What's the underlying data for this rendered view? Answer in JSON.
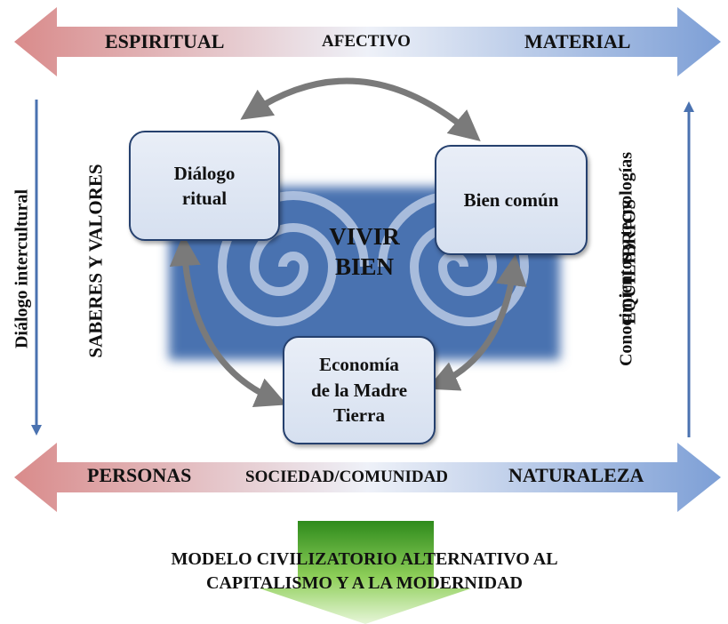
{
  "top_band": {
    "left": "ESPIRITUAL",
    "center": "AFECTIVO",
    "right": "MATERIAL"
  },
  "bottom_band": {
    "left": "PERSONAS",
    "center": "SOCIEDAD/COMUNIDAD",
    "right": "NATURALEZA"
  },
  "left_side": {
    "arrow_label": "Diálogo intercultural",
    "inner_label": "SABERES Y VALORES"
  },
  "right_side": {
    "arrow_label": "Conocimientos y tecnologías",
    "inner_label": "EQUILIBRIOS"
  },
  "center": {
    "line1": "VIVIR",
    "line2": "BIEN"
  },
  "boxes": {
    "dialogo": {
      "line1": "Diálogo",
      "line2": "ritual"
    },
    "bien": {
      "line1": "Bien común"
    },
    "economia": {
      "line1": "Economía",
      "line2": "de la Madre",
      "line3": "Tierra"
    }
  },
  "result": {
    "line1": "MODELO CIVILIZATORIO ALTERNATIVO AL",
    "line2": "CAPITALISMO Y A LA MODERNIDAD"
  },
  "colors": {
    "red_end": "#d98b8b",
    "blue_end": "#7d9fd6",
    "spiral_bg": "#4a72b0",
    "green": "#2e8b1c"
  }
}
